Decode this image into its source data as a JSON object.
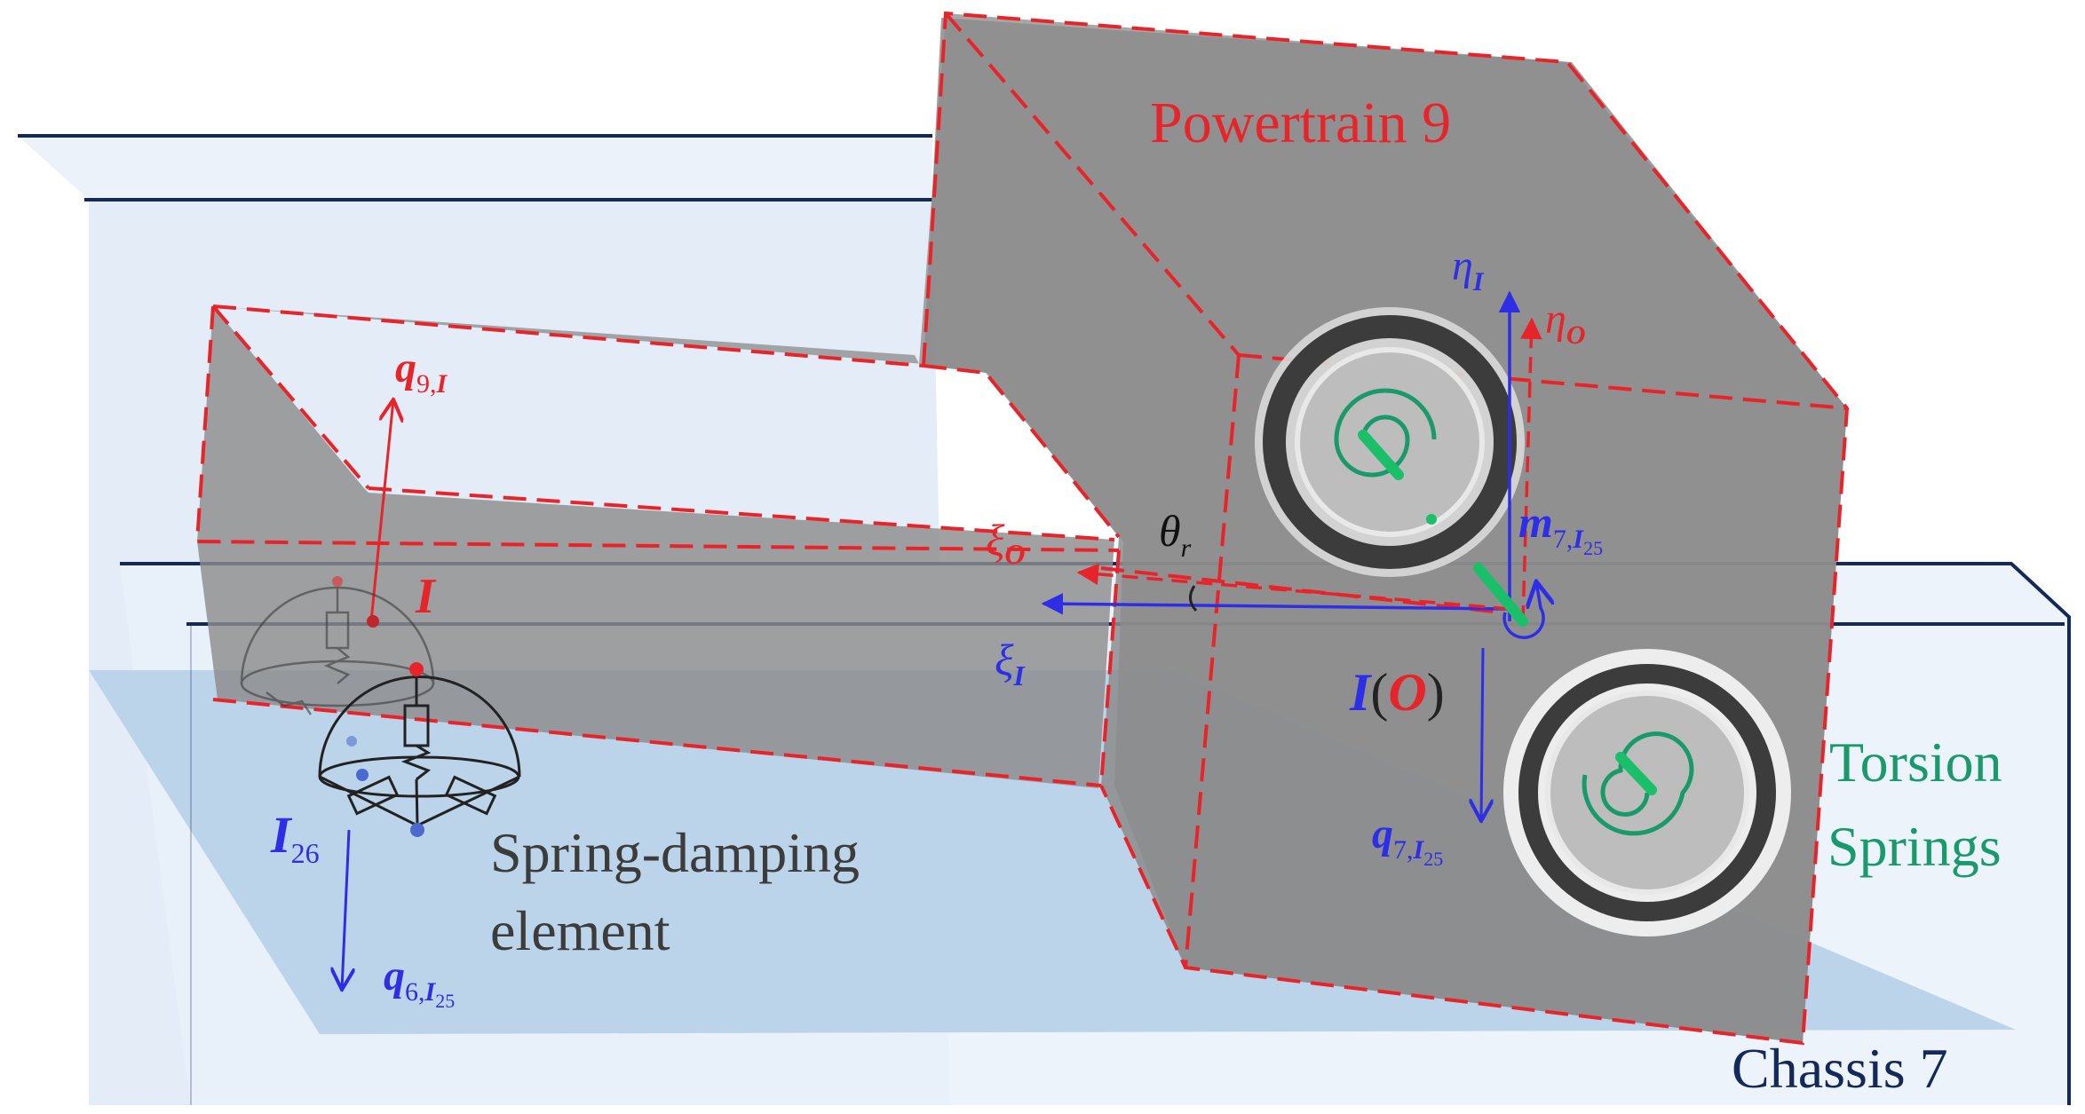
{
  "labels": {
    "powertrain": "Powertrain  9",
    "chassis": "Chassis  7",
    "torsion_line1": "Torsion",
    "torsion_line2": "Springs",
    "spring_line1": "Spring-damping",
    "spring_line2": "element",
    "eta_I_sym": "η",
    "eta_I_sub": "I",
    "eta_O_sym": "η",
    "eta_O_sub": "O",
    "xi_O_sym": "ξ",
    "xi_O_sub": "O",
    "xi_I_sym": "ξ",
    "xi_I_sub": "I",
    "theta_sym": "θ",
    "theta_sub": "r",
    "q9I_sym": "q",
    "q9I_sub_num": "9,",
    "q9I_sub_I": "I",
    "point_I": "I",
    "m7_sym": "m",
    "m7_sub_num": "7,",
    "m7_sub_I": "I",
    "m7_sub_num2": "25",
    "IO_I": "I",
    "IO_open": "(",
    "IO_O": "O",
    "IO_close": ")",
    "q7_sym": "q",
    "q7_sub_num": "7,",
    "q7_sub_I": "I",
    "q7_sub_num2": "25",
    "I26_I": "I",
    "I26_sub": "26",
    "q6_sym": "q",
    "q6_sub_num": "6,",
    "q6_sub_I": "I",
    "q6_sub_num2": "25"
  },
  "colors": {
    "red": "#e8242b",
    "blue": "#2e2ee6",
    "navy": "#14285a",
    "green": "#1a9a6a",
    "dark_gray": "#3c3c3c",
    "box_fill": "#8c8c8c",
    "chassis_fill": "#e6eef8",
    "floor_fill": "#bcd4ea"
  }
}
